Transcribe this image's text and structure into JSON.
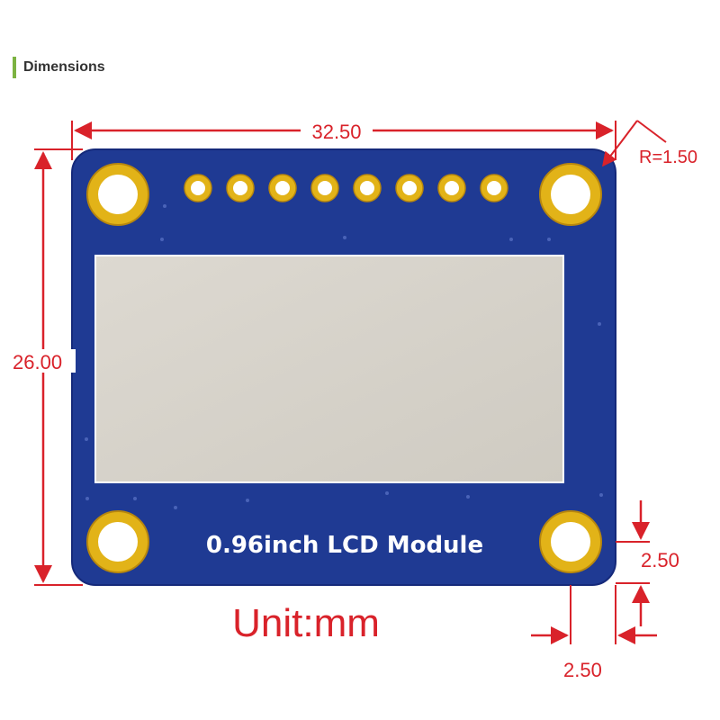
{
  "header": {
    "title": "Dimensions",
    "accent_color": "#7cb342"
  },
  "module": {
    "label": "0.96inch LCD Module",
    "pin_count": 8
  },
  "dimensions": {
    "width": "32.50",
    "height": "26.00",
    "corner_radius": "R=1.50",
    "hole_offset_y": "2.50",
    "hole_offset_x": "2.50"
  },
  "unit_label": "Unit:mm",
  "colors": {
    "board": "#1f3a93",
    "board_dark": "#15297a",
    "pad_gold": "#e2b318",
    "pad_gold_dark": "#b8870d",
    "screen": "#d4d0c7",
    "dimension": "#d9222a",
    "silkscreen": "#ffffff"
  }
}
